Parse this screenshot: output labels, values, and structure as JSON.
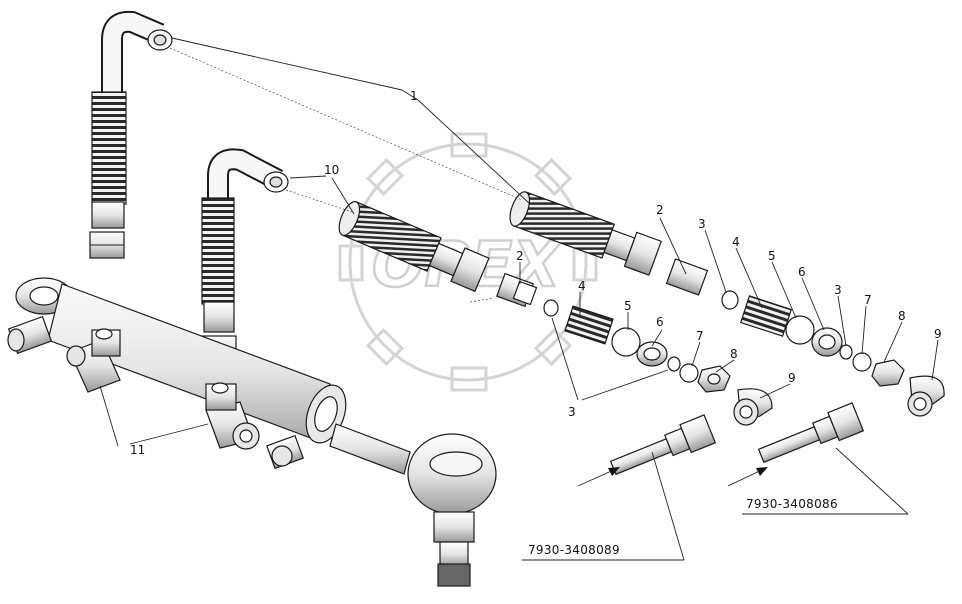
{
  "watermark": {
    "text": "OPEX"
  },
  "callouts": {
    "c1": "1",
    "c2a": "2",
    "c2b": "2",
    "c3a": "3",
    "c3b": "3",
    "c3c": "3",
    "c4a": "4",
    "c4b": "4",
    "c5a": "5",
    "c5b": "5",
    "c6a": "6",
    "c6b": "6",
    "c7a": "7",
    "c7b": "7",
    "c8a": "8",
    "c8b": "8",
    "c9a": "9",
    "c9b": "9",
    "c10": "10",
    "c11": "11"
  },
  "part_numbers": {
    "left": "7930-3408089",
    "right": "7930-3408086"
  }
}
